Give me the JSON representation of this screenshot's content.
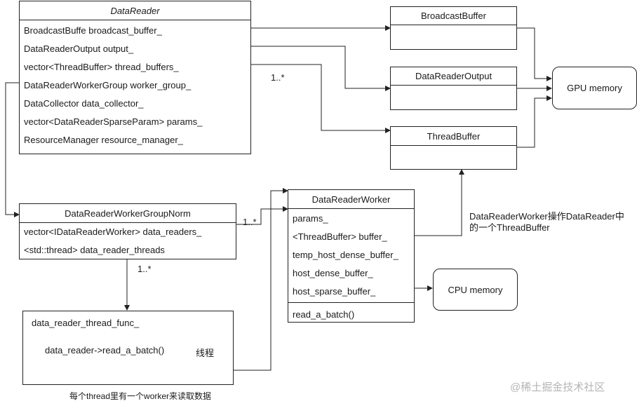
{
  "data_reader": {
    "title": "DataReader",
    "fields": [
      "BroadcastBuffe broadcast_buffer_",
      "DataReaderOutput output_",
      "vector<ThreadBuffer> thread_buffers_",
      "DataReaderWorkerGroup worker_group_",
      "DataCollector data_collector_",
      "vector<DataReaderSparseParam> params_",
      "ResourceManager resource_manager_"
    ]
  },
  "broadcast_buffer": {
    "title": "BroadcastBuffer"
  },
  "data_reader_output": {
    "title": "DataReaderOutput"
  },
  "thread_buffer": {
    "title": "ThreadBuffer"
  },
  "gpu_memory": {
    "label": "GPU memory"
  },
  "cpu_memory": {
    "label": "CPU memory"
  },
  "worker_group_norm": {
    "title": "DataReaderWorkerGroupNorm",
    "fields": [
      "vector<IDataReaderWorker> data_readers_",
      "<std::thread> data_reader_threads"
    ]
  },
  "data_reader_worker": {
    "title": "DataReaderWorker",
    "fields": [
      "params_",
      "<ThreadBuffer> buffer_",
      "temp_host_dense_buffer_",
      "host_dense_buffer_",
      "host_sparse_buffer_"
    ],
    "method": "read_a_batch()"
  },
  "thread_func": {
    "title": "data_reader_thread_func_",
    "call": "data_reader->read_a_batch()",
    "thread_label": "线程"
  },
  "multiplicities": {
    "thread_buffers": "1..*",
    "data_readers": "1..*",
    "threads": "1..*"
  },
  "annotations": {
    "worker_note_line1": "DataReaderWorker操作DataReader中",
    "worker_note_line2": "的一个ThreadBuffer",
    "thread_note": "每个thread里有一个worker来读取数据"
  },
  "watermark": "@稀土掘金技术社区"
}
